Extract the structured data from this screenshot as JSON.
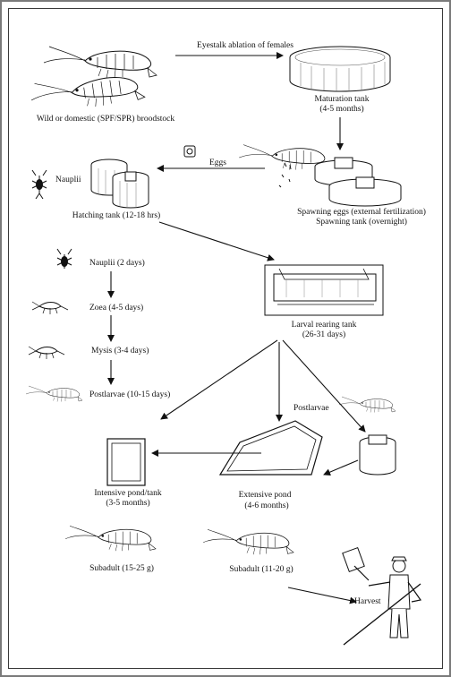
{
  "labels": {
    "eyestalk": "Eyestalk ablation of females",
    "broodstock": "Wild or domestic (SPF/SPR) broodstock",
    "maturation_tank": "Maturation tank",
    "maturation_time": "(4-5 months)",
    "eggs": "Eggs",
    "nauplii_top": "Nauplii",
    "hatching_tank": "Hatching  tank (12-18 hrs)",
    "spawning_eggs": "Spawning eggs (external fertilization)",
    "spawning_tank": "Spawning tank (overnight)",
    "nauplii_stage": "Nauplii (2 days)",
    "zoea_stage": "Zoea (4-5 days)",
    "mysis_stage": "Mysis (3-4 days)",
    "postlarvae_stage": "Postlarvae (10-15 days)",
    "larval_tank": "Larval rearing tank",
    "larval_time": "(26-31 days)",
    "postlarvae_right": "Postlarvae",
    "intensive_pond": "Intensive pond/tank",
    "intensive_time": "(3-5 months)",
    "extensive_pond": "Extensive pond",
    "extensive_time": "(4-6 months)",
    "subadult_left": "Subadult (15-25 g)",
    "subadult_right": "Subadult (11-20 g)",
    "harvest": "Harvest"
  }
}
